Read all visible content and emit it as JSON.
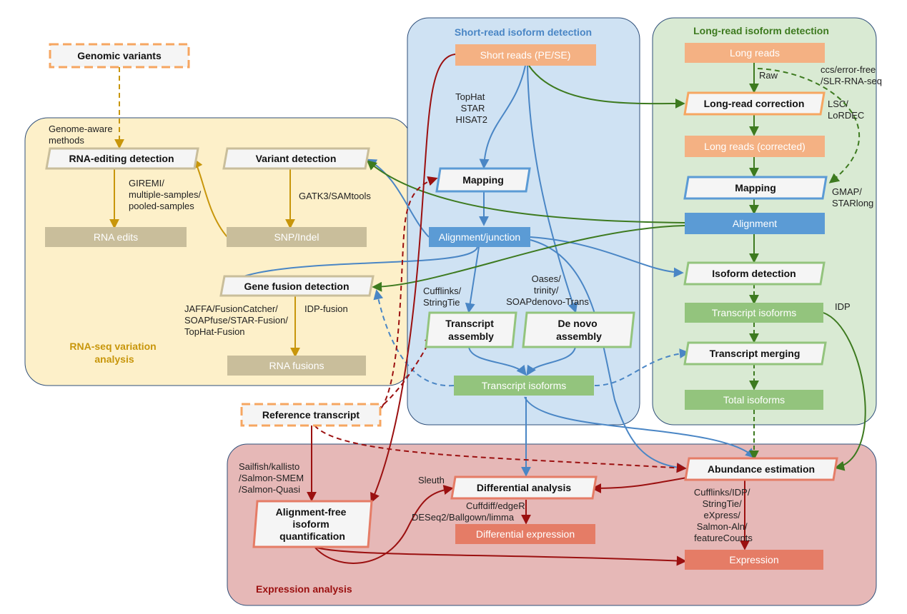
{
  "colors": {
    "blue": "#5b9bd5",
    "blue_panel": "#cfe2f3",
    "green": "#70ad47",
    "green_dark": "#3d7a1f",
    "green_panel": "#d9ead3",
    "orange": "#f4b183",
    "orange_text": "#f6a661",
    "yellow_panel": "#fdf0c9",
    "gold": "#c8960b",
    "red_panel": "#e6b8b7",
    "red": "#9b1010",
    "tan": "#c9be9b",
    "salmon": "#e57c66"
  },
  "panels": {
    "short_read": "Short-read isoform detection",
    "long_read": "Long-read isoform detection",
    "rnaseq_variation": [
      "RNA-seq variation",
      "analysis"
    ],
    "expression": "Expression analysis"
  },
  "nodes": {
    "genomic_variants": "Genomic variants",
    "rna_editing_detection": "RNA-editing detection",
    "variant_detection": "Variant detection",
    "rna_edits": "RNA edits",
    "snp_indel": "SNP/Indel",
    "gene_fusion_detection": "Gene fusion detection",
    "rna_fusions": "RNA fusions",
    "short_reads": "Short reads (PE/SE)",
    "mapping_short": "Mapping",
    "alignment_junction": "Alignment/junction",
    "transcript_assembly": [
      "Transcript",
      "assembly"
    ],
    "de_novo_assembly": [
      "De novo",
      "assembly"
    ],
    "transcript_isoforms_short": "Transcript isoforms",
    "long_reads": "Long reads",
    "long_read_correction": "Long-read correction",
    "long_reads_corrected": "Long reads (corrected)",
    "mapping_long": "Mapping",
    "alignment_long": "Alignment",
    "isoform_detection": "Isoform detection",
    "transcript_isoforms_long": "Transcript isoforms",
    "transcript_merging": "Transcript merging",
    "total_isoforms": "Total isoforms",
    "reference_transcript": "Reference transcript",
    "alignment_free": [
      "Alignment-free",
      "isoform",
      "quantification"
    ],
    "differential_analysis": "Differential analysis",
    "differential_expression": "Differential expression",
    "abundance_estimation": "Abundance estimation",
    "expression": "Expression"
  },
  "labels": {
    "genome_aware": [
      "Genome-aware",
      "methods"
    ],
    "giremi": [
      "GIREMI/",
      "multiple-samples/",
      "pooled-samples"
    ],
    "gatk": "GATK3/SAMtools",
    "jaffa": [
      "JAFFA/FusionCatcher/",
      "SOAPfuse/STAR-Fusion/",
      "TopHat-Fusion"
    ],
    "idp_fusion": "IDP-fusion",
    "tophat": [
      "TopHat",
      "STAR",
      "HISAT2"
    ],
    "cufflinks_stringtie": [
      "Cufflinks/",
      "StringTie"
    ],
    "oases": [
      "Oases/",
      "trinity/",
      "SOAPdenovo-Trans"
    ],
    "raw": "Raw",
    "ccs": [
      "ccs/error-free",
      "/SLR-RNA-seq"
    ],
    "lsc": [
      "LSC/",
      "LoRDEC"
    ],
    "gmap": [
      "GMAP/",
      "STARlong"
    ],
    "idp": "IDP",
    "sailfish": [
      "Sailfish/kallisto",
      "/Salmon-SMEM",
      "/Salmon-Quasi"
    ],
    "sleuth": "Sleuth",
    "cuffdiff": "Cuffdiff/edgeR",
    "deseq": "DESeq2/Ballgown/limma",
    "cufflinks_idp": [
      "Cufflinks/IDP/",
      "StringTie/",
      "eXpress/",
      "Salmon-Aln/",
      "featureCounts"
    ]
  }
}
